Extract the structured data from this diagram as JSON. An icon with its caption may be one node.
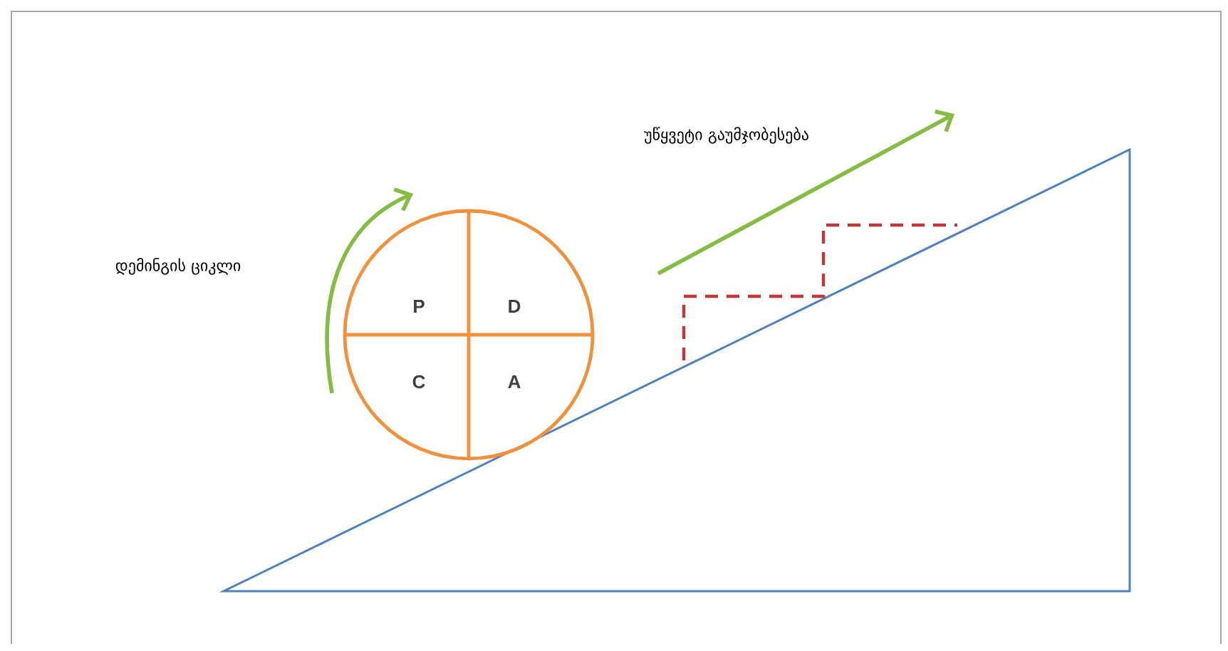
{
  "diagram": {
    "nodes": [
      {
        "text": [
          "P",
          "D",
          "C",
          "A"
        ]
      }
    ],
    "labels": [
      "უწყვეტი გაუმჯობესება",
      "დემინგის ციკლი"
    ]
  }
}
